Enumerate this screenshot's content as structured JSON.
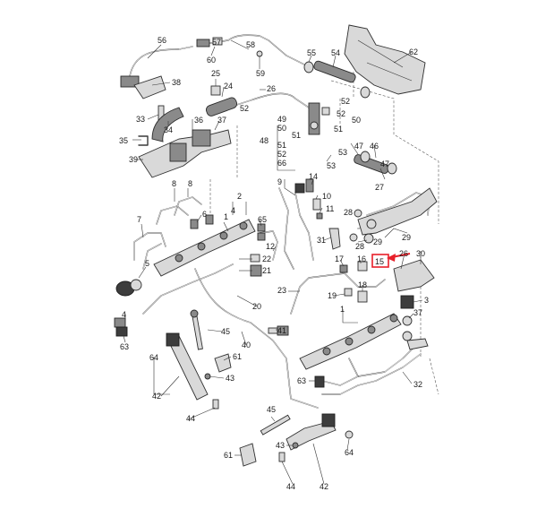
{
  "highlight": {
    "label": "15",
    "box_color": "#e8202a",
    "arrow_color": "#e8202a"
  },
  "labels": {
    "l56": "56",
    "l58": "58",
    "l57": "57",
    "l60": "60",
    "l59": "59",
    "l55": "55",
    "l54": "54",
    "l62": "62",
    "l38": "38",
    "l25": "25",
    "l24": "24",
    "l26": "26",
    "l52a": "52",
    "l33": "33",
    "l34": "34",
    "l36": "36",
    "l37a": "37",
    "l49": "49",
    "l50a": "50",
    "l51a": "51",
    "l52b": "52",
    "l50b": "50",
    "l51b": "51",
    "l52c": "52",
    "l53a": "53",
    "l48": "48",
    "l51c": "51",
    "l52d": "52",
    "l66": "66",
    "l35": "35",
    "l47a": "47",
    "l46": "46",
    "l39": "39",
    "l53b": "53",
    "l9": "9",
    "l14": "14",
    "l10": "10",
    "l11": "11",
    "l47b": "47",
    "l27": "27",
    "l8a": "8",
    "l8b": "8",
    "l2": "2",
    "l4a": "4",
    "l28a": "28",
    "l6": "6",
    "l7": "7",
    "l65": "65",
    "l1": "1",
    "l12": "12",
    "l31": "31",
    "l29a": "29",
    "l28b": "28",
    "l29b": "29",
    "l5": "5",
    "l22": "22",
    "l21": "21",
    "l17": "17",
    "l16": "16",
    "l30": "30",
    "l26b": "26",
    "l23": "23",
    "l19": "19",
    "l18": "18",
    "l3": "3",
    "l20": "20",
    "l4b": "4",
    "l63a": "63",
    "l41": "41",
    "l37b": "37",
    "l32": "32",
    "l45a": "45",
    "l40": "40",
    "l61a": "61",
    "l43a": "43",
    "l64a": "64",
    "l42a": "42",
    "l44a": "44",
    "l63b": "63",
    "l45b": "45",
    "l43b": "43",
    "l61b": "61",
    "l64b": "64",
    "l44b": "44",
    "l42b": "42"
  }
}
